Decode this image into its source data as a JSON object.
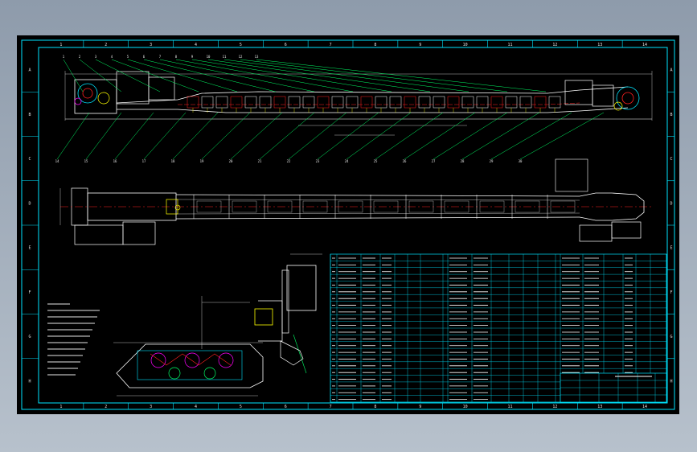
{
  "drawing": {
    "column_markers": [
      "1",
      "2",
      "3",
      "4",
      "5",
      "6",
      "7",
      "8",
      "9",
      "10",
      "11",
      "12",
      "13",
      "14"
    ],
    "row_markers": [
      "A",
      "B",
      "C",
      "D",
      "E",
      "F",
      "G",
      "H"
    ],
    "callouts_top": [
      "1",
      "2",
      "3",
      "4",
      "5",
      "6",
      "7",
      "8",
      "9",
      "10",
      "11",
      "12",
      "13"
    ],
    "callouts_bottom": [
      "14",
      "15",
      "16",
      "17",
      "18",
      "19",
      "20",
      "21",
      "22",
      "23",
      "24",
      "25",
      "26",
      "27",
      "28",
      "29",
      "30"
    ]
  },
  "colors": {
    "background": "#000000",
    "frame": "#00e5ff",
    "outline": "#ffffff",
    "centerline": "#ff2020",
    "accent": "#ffff00",
    "leader": "#00ff66",
    "dimension": "#e6e6e6"
  }
}
